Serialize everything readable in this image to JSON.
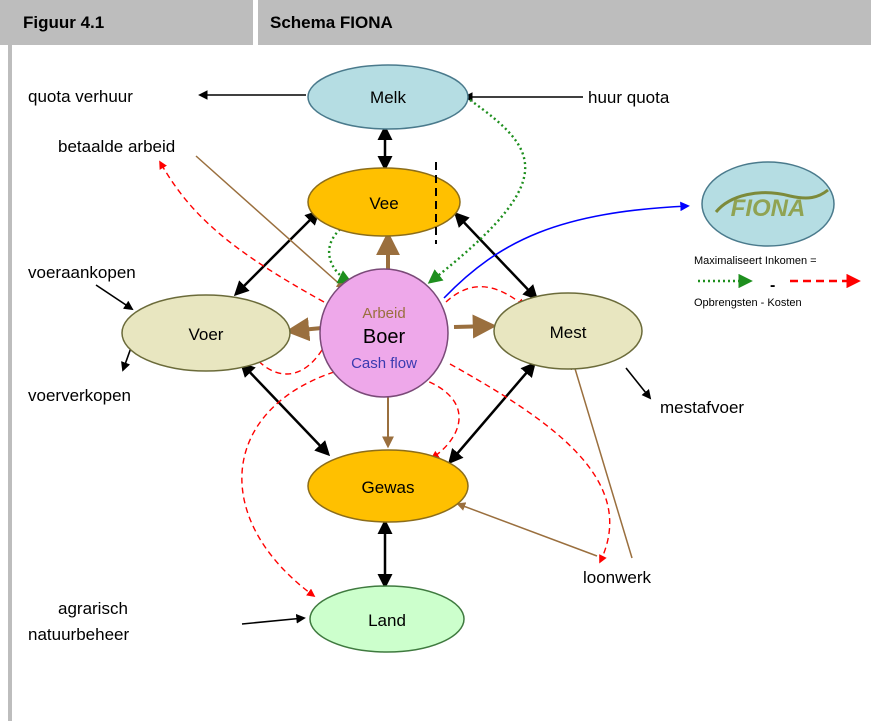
{
  "figure": {
    "number": "Figuur 4.1",
    "title": "Schema FIONA"
  },
  "nodes": {
    "melk": "Melk",
    "vee": "Vee",
    "voer": "Voer",
    "mest": "Mest",
    "gewas": "Gewas",
    "land": "Land",
    "boer_arbeid": "Arbeid",
    "boer_main": "Boer",
    "boer_cashflow": "Cash flow"
  },
  "labels": {
    "quota_verhuur": "quota verhuur",
    "huur_quota": "huur quota",
    "betaalde_arbeid": "betaalde arbeid",
    "voeraankopen": "voeraankopen",
    "voerverkopen": "voerverkopen",
    "mestafvoer": "mestafvoer",
    "loonwerk": "loonwerk",
    "agrarisch": "agrarisch",
    "natuurbeheer": "natuurbeheer"
  },
  "legend": {
    "logo_text": "FIONA",
    "title": "Maximaliseert Inkomen =",
    "minus": "-",
    "formula": "Opbrengsten - Kosten"
  },
  "colors": {
    "header_bg": "#bdbdbd",
    "melk": "#b5dde3",
    "vee": "#ffc000",
    "gewas": "#ffc000",
    "voer": "#e8e6c0",
    "mest": "#e8e6c0",
    "land": "#ccffcc",
    "boer": "#eea8ea",
    "brown": "#9a6f3e",
    "revenue": "#1e8f1e",
    "cost": "#ff0000",
    "blue": "#0000ff"
  }
}
